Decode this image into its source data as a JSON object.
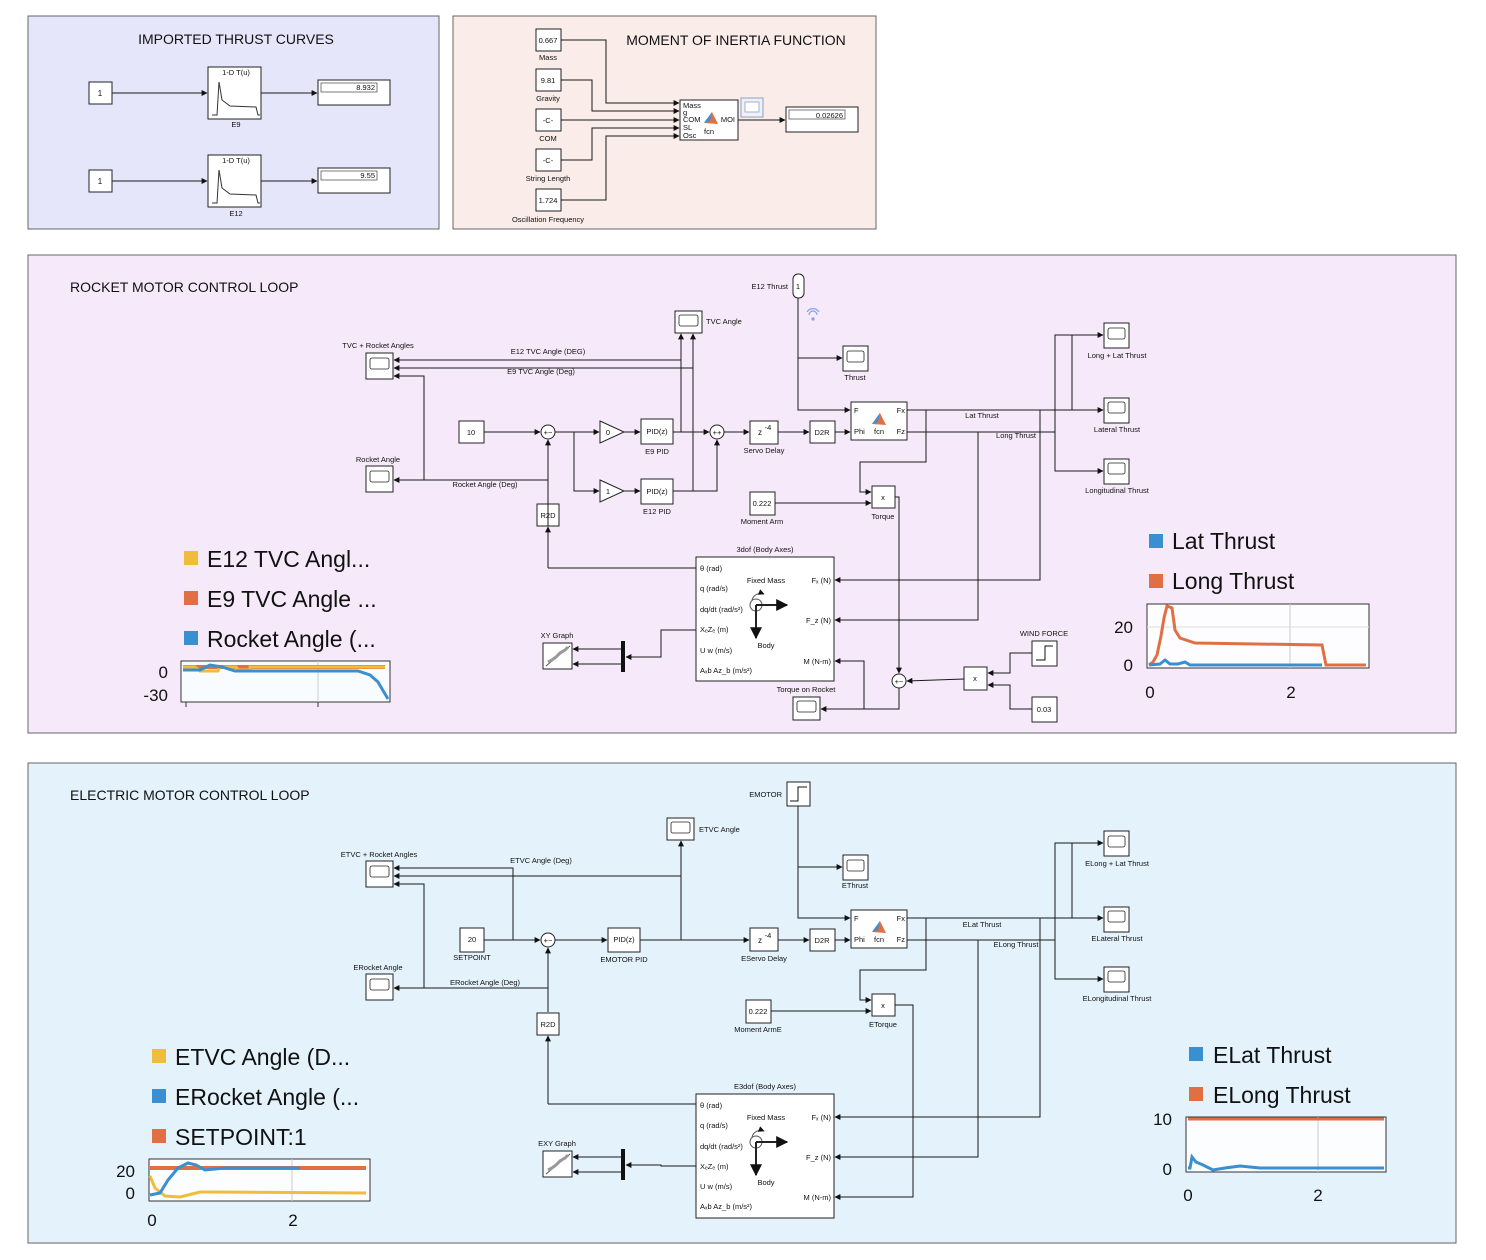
{
  "colors": {
    "thrust_area": "#e6e6fa",
    "moi_area": "#faece8",
    "rocket_area": "#f6eafa",
    "electric_area": "#e4f2fc",
    "orange": "#e07044",
    "blue": "#3a8fd0",
    "yellow": "#f0bc3c"
  },
  "areas": {
    "thrust": {
      "title": "IMPORTED THRUST CURVES"
    },
    "moi": {
      "title": "MOMENT OF INERTIA FUNCTION"
    },
    "rocket": {
      "title": "ROCKET MOTOR CONTROL LOOP"
    },
    "electric": {
      "title": "ELECTRIC MOTOR CONTROL LOOP"
    }
  },
  "thrust": {
    "const1": "1",
    "const2": "1",
    "lut_title": "1-D T(u)",
    "e9_label": "E9",
    "e12_label": "E12",
    "display1": "8.932",
    "display2": "9.55"
  },
  "moi": {
    "mass_val": "0.667",
    "mass_label": "Mass",
    "gravity_val": "9.81",
    "gravity_label": "Gravity",
    "com_val": "-C-",
    "com_label": "COM",
    "string_val": "-C-",
    "string_label": "String Length",
    "osc_val": "1.724",
    "osc_label": "Oscillation Frequency",
    "ports": [
      "Mass",
      "g",
      "COM",
      "SL",
      "Osc"
    ],
    "out_port": "MOI",
    "fcn": "fcn",
    "display": "0.02626"
  },
  "rocket": {
    "e12_thrust": "E12 Thrust",
    "e12_thrust_val": "1",
    "tvc_angle": "TVC Angle",
    "tvc_rocket_angles": "TVC + Rocket Angles",
    "e12_tvc_sig": "E12 TVC Angle (DEG)",
    "e9_tvc_sig": "E9 TVC Angle (Deg)",
    "thrust_scope": "Thrust",
    "long_lat": "Long + Lat Thrust",
    "lateral": "Lateral Thrust",
    "longitudinal": "Longitudinal Thrust",
    "lat_sig": "Lat Thrust",
    "long_sig": "Long Thrust",
    "setpoint": "10",
    "gain0": "0",
    "gain1": "1",
    "pid": "PID(z)",
    "e9pid": "E9 PID",
    "e12pid": "E12 PID",
    "delay": "z",
    "delay_exp": "-4",
    "servo": "Servo Delay",
    "d2r": "D2R",
    "r2d": "R2D",
    "rocket_angle": "Rocket Angle",
    "rocket_angle_sig": "Rocket Angle (Deg)",
    "moment_val": "0.222",
    "moment_arm": "Moment Arm",
    "torque": "Torque",
    "mult": "x",
    "fcn_in": [
      "F",
      "Phi"
    ],
    "fcn_out": [
      "Fx",
      "Fz"
    ],
    "fcn": "fcn",
    "dof_title": "3dof (Body Axes)",
    "dof_left": [
      "θ (rad)",
      "q (rad/s)",
      "dq/dt (rad/s²)",
      "XₑZₑ (m)",
      "U w (m/s)",
      "Aₓb Az_b (m/s²)"
    ],
    "dof_right": [
      "Fₓ (N)",
      "F_z (N)",
      "M (N-m)"
    ],
    "fixed_mass": "Fixed Mass",
    "body": "Body",
    "xy_graph": "XY Graph",
    "wind": "WIND FORCE",
    "wind_gain": "0.03",
    "torque_rocket": "Torque on Rocket",
    "sum_signs": "+−"
  },
  "rocket_left_chart": {
    "legend": [
      "E12 TVC Angl...",
      "E9 TVC Angle ...",
      "Rocket Angle (..."
    ],
    "yticks": [
      "0",
      "-30"
    ]
  },
  "rocket_right_chart": {
    "legend": [
      "Lat Thrust",
      "Long Thrust"
    ],
    "yticks": [
      "20",
      "0"
    ],
    "xticks": [
      "0",
      "2"
    ]
  },
  "electric": {
    "emotor": "EMOTOR",
    "etvc_angle": "ETVC Angle",
    "etvc_rocket": "ETVC + Rocket Angles",
    "etvc_sig": "ETVC Angle (Deg)",
    "ethrust": "EThrust",
    "elong_lat": "ELong + Lat Thrust",
    "elateral": "ELateral Thrust",
    "elongitudinal": "ELongitudinal Thrust",
    "elat_sig": "ELat Thrust",
    "elong_sig": "ELong Thrust",
    "setpoint_val": "20",
    "setpoint": "SETPOINT",
    "pid": "PID(z)",
    "emotor_pid": "EMOTOR PID",
    "delay": "z",
    "delay_exp": "-4",
    "eservo": "EServo Delay",
    "d2r": "D2R",
    "r2d": "R2D",
    "erocket_angle": "ERocket Angle",
    "erocket_sig": "ERocket Angle (Deg)",
    "moment_val": "0.222",
    "moment_arm": "Moment ArmE",
    "etorque": "ETorque",
    "mult": "x",
    "dof_title": "E3dof (Body Axes)",
    "exy_graph": "EXY Graph"
  },
  "electric_left_chart": {
    "legend": [
      "ETVC Angle (D...",
      "ERocket Angle (...",
      "SETPOINT:1"
    ],
    "yticks": [
      "20",
      "0"
    ],
    "xticks": [
      "0",
      "2"
    ]
  },
  "electric_right_chart": {
    "legend": [
      "ELat Thrust",
      "ELong Thrust"
    ],
    "yticks": [
      "10",
      "0"
    ],
    "xticks": [
      "0",
      "2"
    ]
  }
}
